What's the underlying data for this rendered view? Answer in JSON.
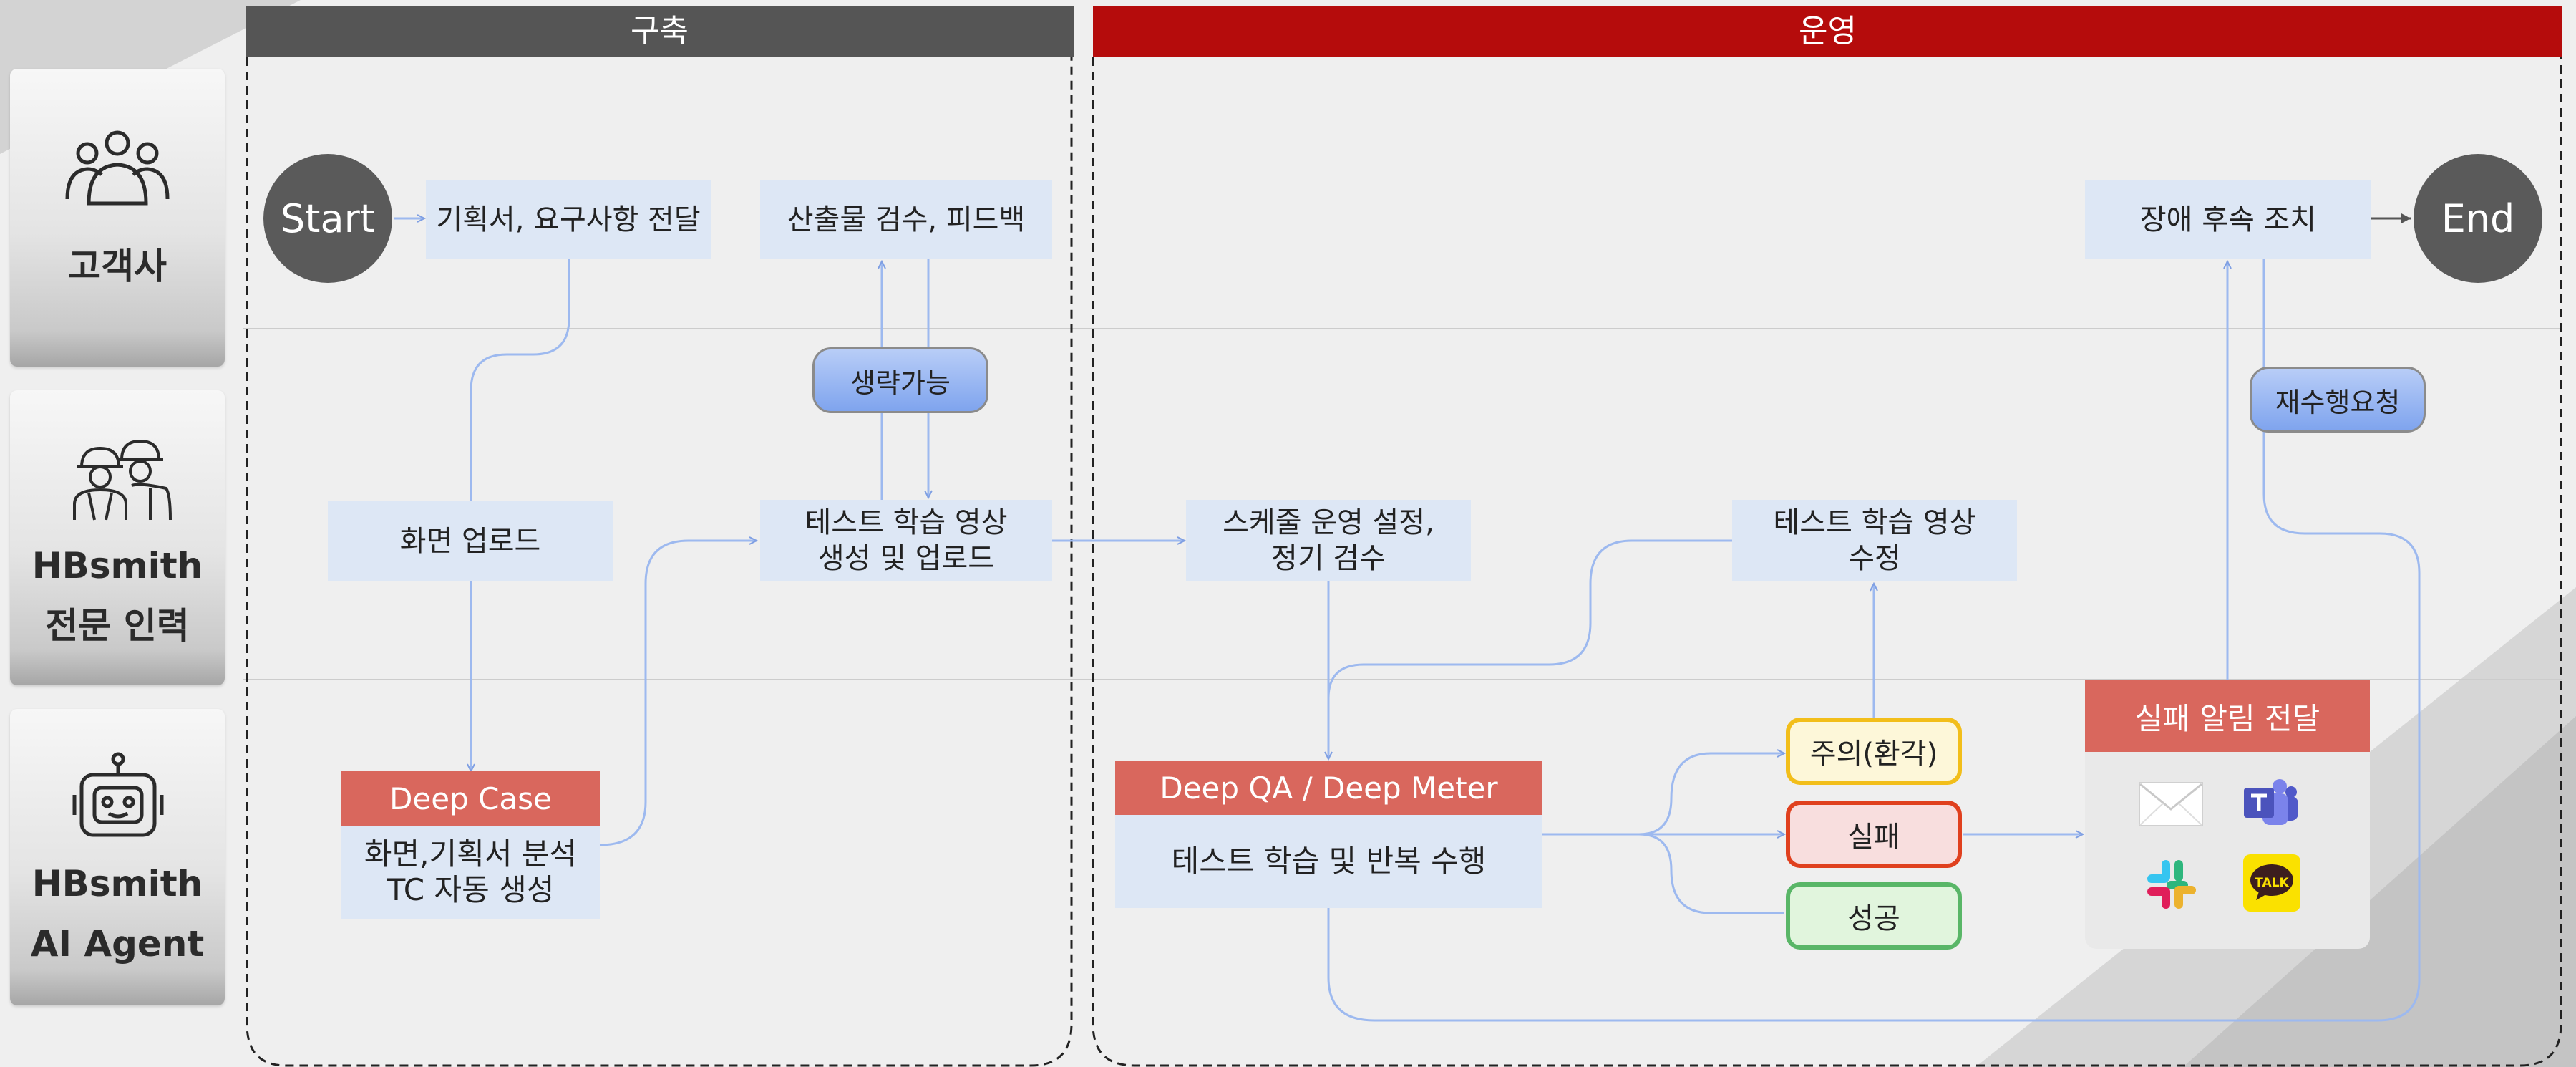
{
  "phases": {
    "build": "구축",
    "operate": "운영"
  },
  "lanes": {
    "customer": "고객사",
    "expert_line1": "HBsmith",
    "expert_line2": "전문 인력",
    "agent_line1": "HBsmith",
    "agent_line2": "AI Agent"
  },
  "nodes": {
    "start": "Start",
    "end": "End",
    "requirements": "기획서, 요구사항 전달",
    "review": "산출물 검수, 피드백",
    "optional": "생략가능",
    "screen_upload": "화면 업로드",
    "test_video_create": "테스트 학습 영상\n생성 및 업로드",
    "schedule": "스케줄 운영 설정,\n정기 검수",
    "test_video_edit": "테스트 학습 영상\n수정",
    "deep_case_title": "Deep Case",
    "deep_case_body": "화면,기획서 분석\nTC 자동 생성",
    "deep_qa_title": "Deep QA / Deep Meter",
    "deep_qa_body": "테스트 학습 및 반복 수행",
    "caution": "주의(환각)",
    "fail": "실패",
    "success": "성공",
    "fail_notice": "실패 알림 전달",
    "retry_request": "재수행요청",
    "followup": "장애 후속 조치",
    "talk_label": "TALK"
  },
  "colors": {
    "build_header": "#555555",
    "operate_header": "#b50c0c",
    "node_fill": "#dde7f5",
    "red_header": "#d9675d",
    "circle": "#5a5a5a",
    "arrow": "#9db9ef",
    "caution_border": "#f2be1a",
    "caution_fill": "#fdf7d9",
    "fail_border": "#e0401e",
    "fail_fill": "#f8dede",
    "success_border": "#59b667",
    "success_fill": "#e1f5dd"
  },
  "icons": [
    "people-group-icon",
    "workers-icon",
    "robot-icon",
    "mail-icon",
    "teams-icon",
    "slack-icon",
    "kakaotalk-icon"
  ]
}
